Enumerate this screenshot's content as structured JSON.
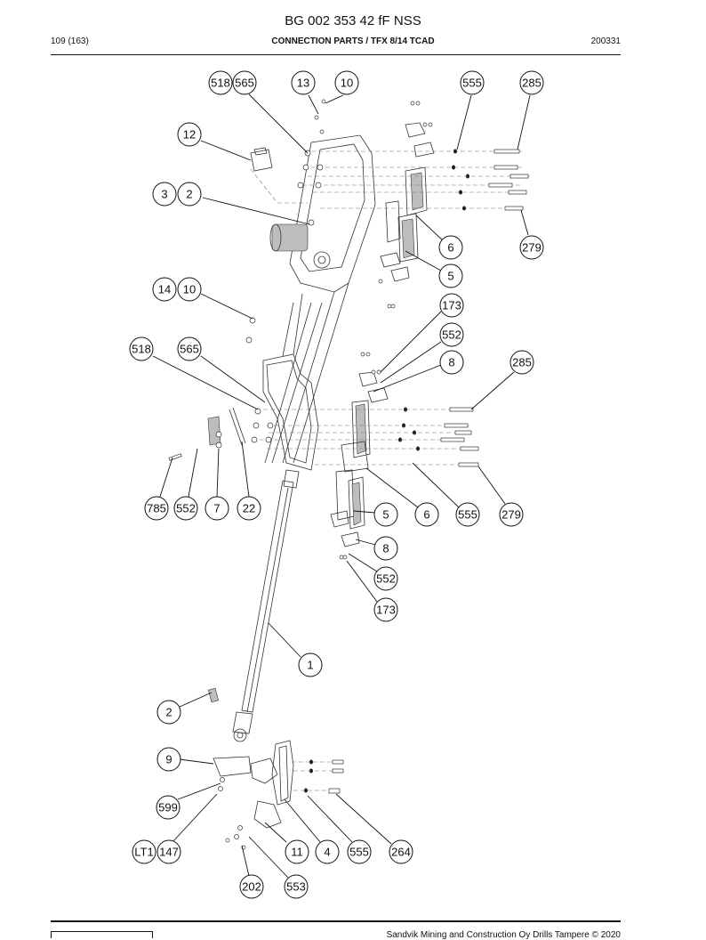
{
  "header": {
    "doc_title": "BG 002 353 42 fF NSS",
    "page": "109 (163)",
    "section": "CONNECTION PARTS / TFX 8/14 TCAD",
    "date": "200331"
  },
  "footer": {
    "copyright": "Sandvik Mining and Construction Oy Drills Tampere © 2020"
  },
  "callouts": [
    {
      "id": "c518a",
      "label": "518"
    },
    {
      "id": "c565a",
      "label": "565"
    },
    {
      "id": "c13",
      "label": "13"
    },
    {
      "id": "c10a",
      "label": "10"
    },
    {
      "id": "c555a",
      "label": "555"
    },
    {
      "id": "c285a",
      "label": "285"
    },
    {
      "id": "c12",
      "label": "12"
    },
    {
      "id": "c3",
      "label": "3"
    },
    {
      "id": "c2a",
      "label": "2"
    },
    {
      "id": "c6a",
      "label": "6"
    },
    {
      "id": "c279a",
      "label": "279"
    },
    {
      "id": "c5a",
      "label": "5"
    },
    {
      "id": "c14",
      "label": "14"
    },
    {
      "id": "c10b",
      "label": "10"
    },
    {
      "id": "c173a",
      "label": "173"
    },
    {
      "id": "c552a",
      "label": "552"
    },
    {
      "id": "c518b",
      "label": "518"
    },
    {
      "id": "c565b",
      "label": "565"
    },
    {
      "id": "c8a",
      "label": "8"
    },
    {
      "id": "c285b",
      "label": "285"
    },
    {
      "id": "c785",
      "label": "785"
    },
    {
      "id": "c552b",
      "label": "552"
    },
    {
      "id": "c7",
      "label": "7"
    },
    {
      "id": "c22",
      "label": "22"
    },
    {
      "id": "c5b",
      "label": "5"
    },
    {
      "id": "c6b",
      "label": "6"
    },
    {
      "id": "c555b",
      "label": "555"
    },
    {
      "id": "c279b",
      "label": "279"
    },
    {
      "id": "c8b",
      "label": "8"
    },
    {
      "id": "c552c",
      "label": "552"
    },
    {
      "id": "c173b",
      "label": "173"
    },
    {
      "id": "c1",
      "label": "1"
    },
    {
      "id": "c2b",
      "label": "2"
    },
    {
      "id": "c9",
      "label": "9"
    },
    {
      "id": "c599",
      "label": "599"
    },
    {
      "id": "cLT1",
      "label": "LT1"
    },
    {
      "id": "c147",
      "label": "147"
    },
    {
      "id": "c11",
      "label": "11"
    },
    {
      "id": "c4",
      "label": "4"
    },
    {
      "id": "c555c",
      "label": "555"
    },
    {
      "id": "c264",
      "label": "264"
    },
    {
      "id": "c202",
      "label": "202"
    },
    {
      "id": "c553",
      "label": "553"
    }
  ]
}
